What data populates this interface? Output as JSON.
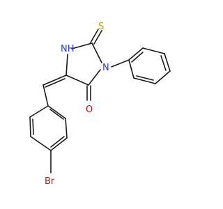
{
  "molecule": {
    "atoms": {
      "sulfur": {
        "symbol": "S",
        "color": "#b8a400"
      },
      "nh": {
        "symbol": "N",
        "suffix": "H",
        "color": "#2b3fd6"
      },
      "n_phenyl": {
        "symbol": "N",
        "color": "#2b3fd6"
      },
      "oxygen": {
        "symbol": "O",
        "color": "#e00000"
      },
      "bromine": {
        "symbol": "Br",
        "color": "#a0291a"
      }
    },
    "bond_color": "#1a1a1a"
  }
}
